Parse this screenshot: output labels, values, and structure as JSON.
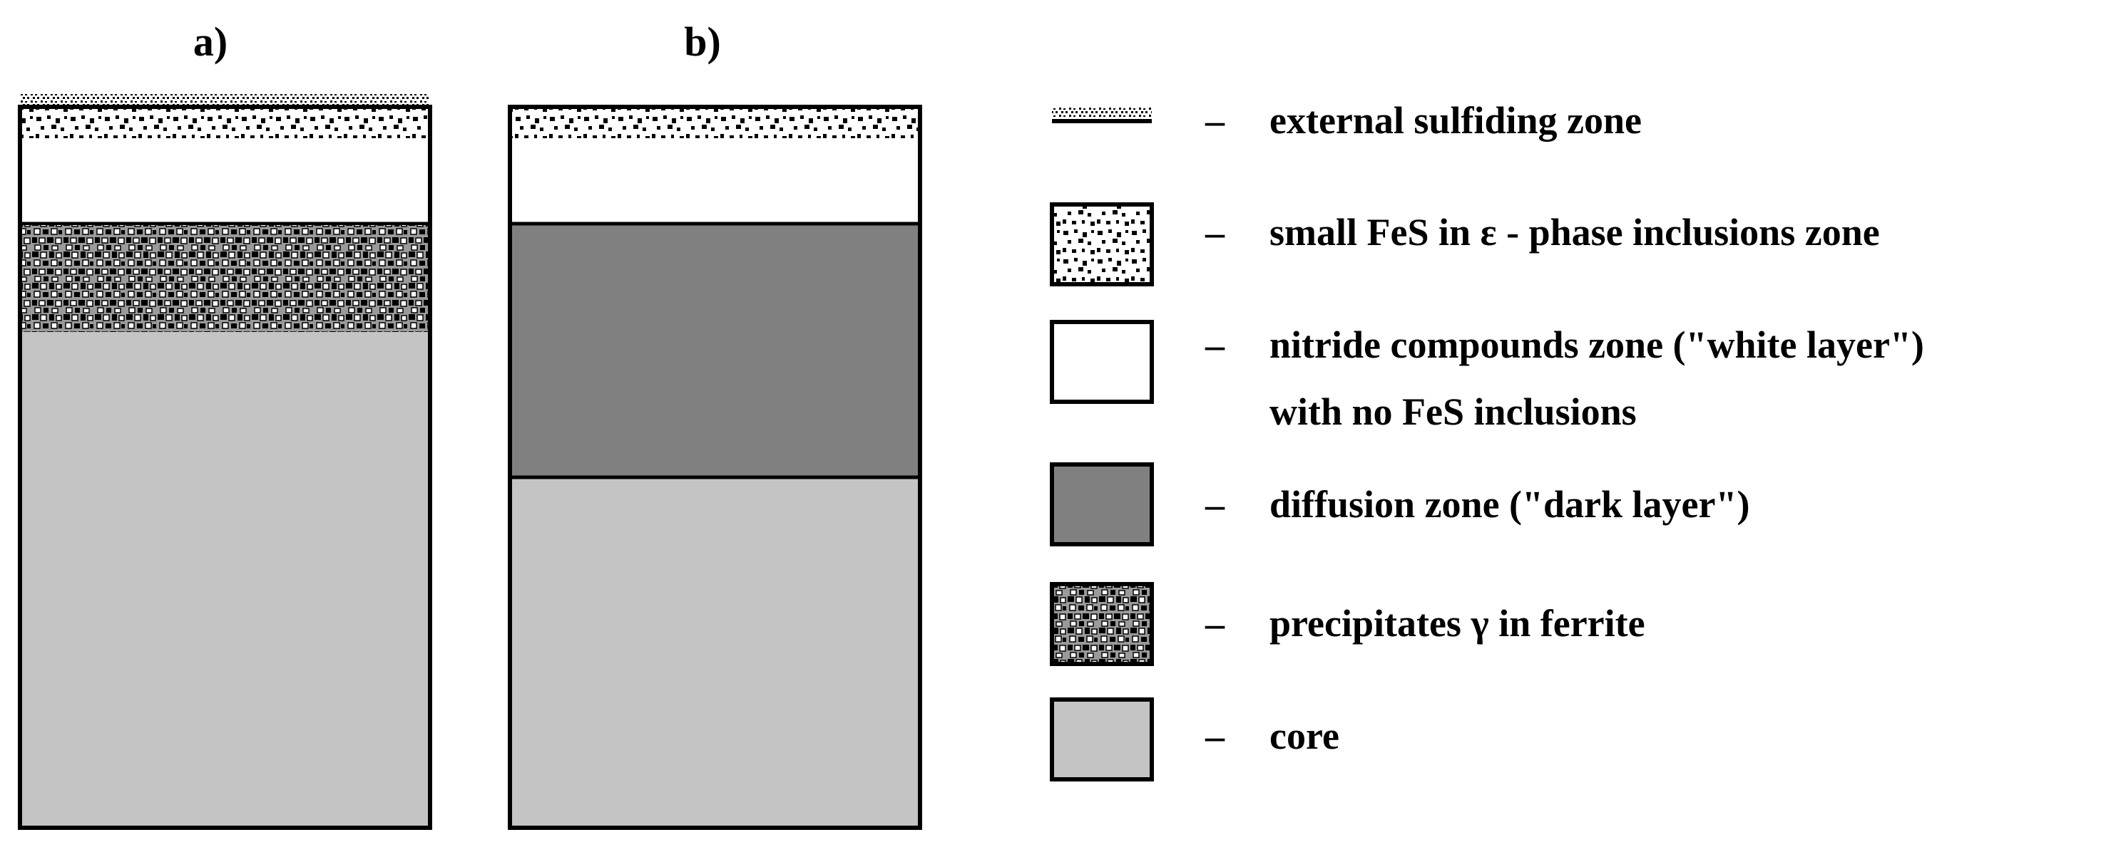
{
  "panels": [
    {
      "label": "a)"
    },
    {
      "label": "b)"
    }
  ],
  "legend": [
    {
      "dash": "–",
      "text": "external sulfiding zone"
    },
    {
      "dash": "–",
      "text": "small FeS in ε - phase inclusions zone"
    },
    {
      "dash": "–",
      "text": "nitride compounds zone (\"white layer\")",
      "text2": "with no FeS inclusions"
    },
    {
      "dash": "–",
      "text": "diffusion zone (\"dark layer\")"
    },
    {
      "dash": "–",
      "text": "precipitates γ in ferrite"
    },
    {
      "dash": "–",
      "text": "core"
    }
  ],
  "colors": {
    "core": "#c4c4c4",
    "dark_layer": "#808080",
    "white_layer": "#ffffff",
    "outline": "#000000"
  }
}
